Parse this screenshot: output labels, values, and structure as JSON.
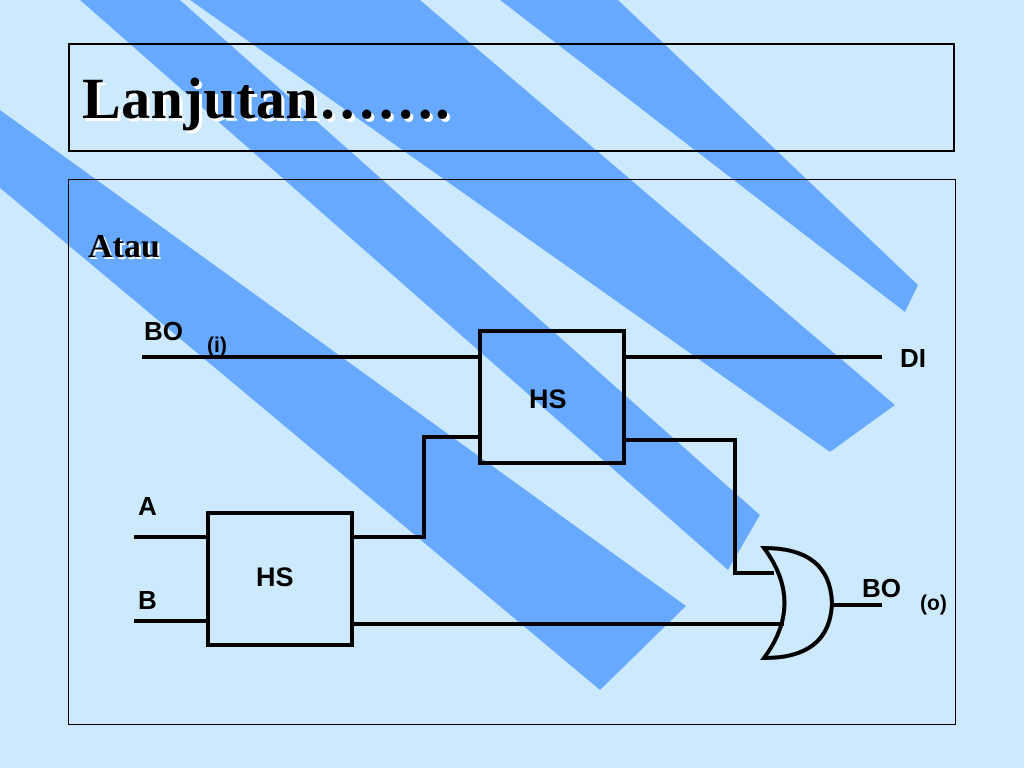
{
  "slide": {
    "title": "Lanjutan…….",
    "subtitle": "Atau"
  },
  "diagram": {
    "block_top": "HS",
    "block_bottom": "HS",
    "input_bo": "BO",
    "input_bo_sub": "(i)",
    "input_a": "A",
    "input_b": "B",
    "output_di": "DI",
    "output_bo": "BO",
    "output_bo_sub": "(o)"
  },
  "colors": {
    "background": "#cce9fd",
    "stripe": "#66a9fe",
    "line": "#000000"
  }
}
